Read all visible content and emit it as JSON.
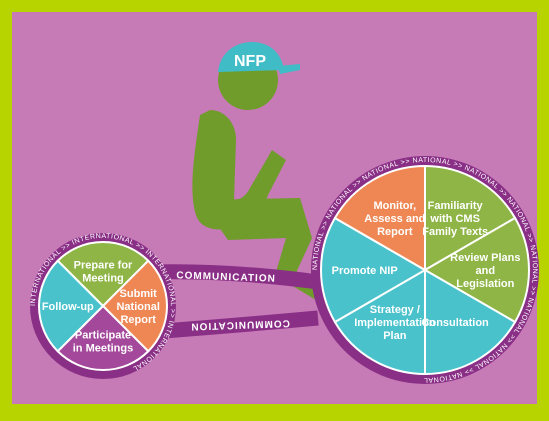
{
  "cap_label": "NFP",
  "chain_top": "COMMUNICATION",
  "chain_bottom": "COMMUNICATION",
  "ring_left": "INTERNATIONAL",
  "ring_right": "NATIONAL",
  "ring_separator": ">>",
  "colors": {
    "frame": "#b8d400",
    "panel": "#c67ab6",
    "figure": "#6f9c2a",
    "chain": "#8a2f86",
    "cap": "#3fbcc6",
    "green": "#8fb546",
    "orange": "#ee8753",
    "purple": "#a3489a",
    "teal": "#4ac2cc"
  },
  "left_wheel": {
    "segments": [
      {
        "label": "Prepare for Meeting",
        "color": "green"
      },
      {
        "label": "Submit National Report",
        "color": "orange"
      },
      {
        "label": "Participate in Meetings",
        "color": "purple"
      },
      {
        "label": "Follow-up",
        "color": "teal"
      }
    ]
  },
  "right_wheel": {
    "segments": [
      {
        "label": "Familiarity with CMS Family Texts",
        "color": "green"
      },
      {
        "label": "Review Plans and Legislation",
        "color": "green"
      },
      {
        "label": "Consultation",
        "color": "teal"
      },
      {
        "label": "Strategy / Implementation Plan",
        "color": "teal"
      },
      {
        "label": "Promote NIP",
        "color": "teal"
      },
      {
        "label": "Monitor, Assess and Report",
        "color": "orange"
      }
    ]
  }
}
